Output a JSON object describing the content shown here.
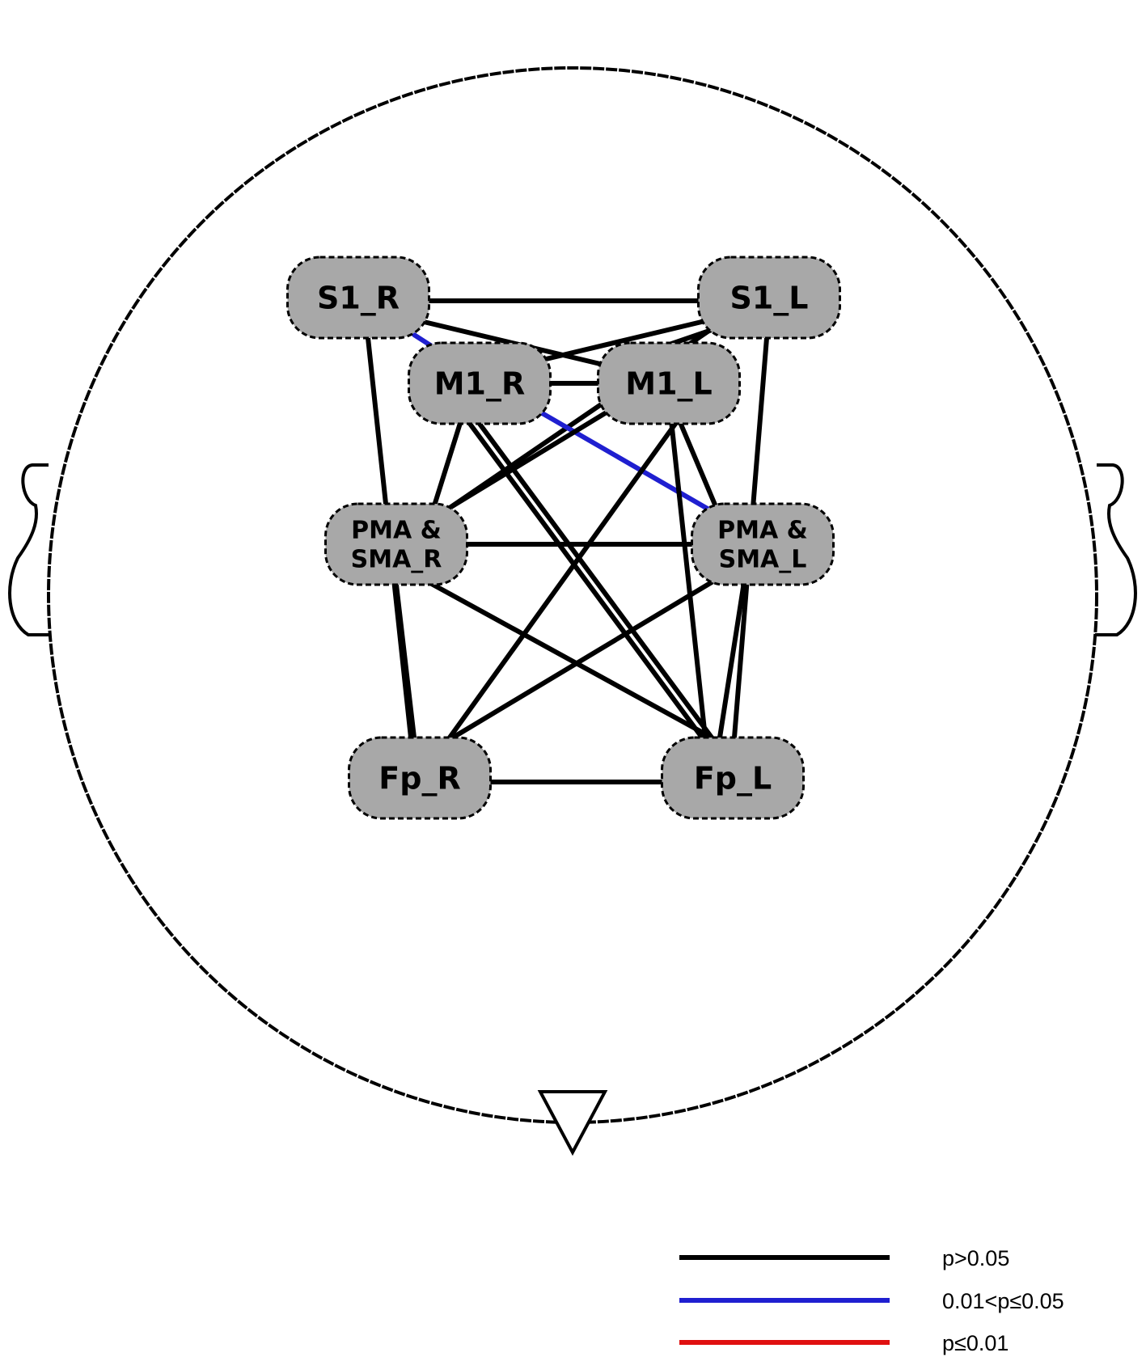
{
  "nodes": [
    {
      "id": "S1_R",
      "lines": [
        "S1_R"
      ]
    },
    {
      "id": "S1_L",
      "lines": [
        "S1_L"
      ]
    },
    {
      "id": "M1_R",
      "lines": [
        "M1_R"
      ]
    },
    {
      "id": "M1_L",
      "lines": [
        "M1_L"
      ]
    },
    {
      "id": "PMA_R",
      "lines": [
        "PMA &",
        "SMA_R"
      ]
    },
    {
      "id": "PMA_L",
      "lines": [
        "PMA &",
        "SMA_L"
      ]
    },
    {
      "id": "Fp_R",
      "lines": [
        "Fp_R"
      ]
    },
    {
      "id": "Fp_L",
      "lines": [
        "Fp_L"
      ]
    }
  ],
  "edges": [
    {
      "from": "S1_R",
      "to": "S1_L",
      "significance": "p>0.05"
    },
    {
      "from": "S1_R",
      "to": "M1_R",
      "significance": "0.01<p≤0.05"
    },
    {
      "from": "S1_R",
      "to": "M1_L",
      "significance": "p>0.05"
    },
    {
      "from": "S1_L",
      "to": "M1_R",
      "significance": "p>0.05"
    },
    {
      "from": "S1_L",
      "to": "M1_L",
      "significance": "p>0.05"
    },
    {
      "from": "M1_R",
      "to": "M1_L",
      "significance": "p>0.05"
    },
    {
      "from": "S1_R",
      "to": "Fp_R",
      "significance": "p>0.05"
    },
    {
      "from": "S1_L",
      "to": "Fp_L",
      "significance": "p>0.05"
    },
    {
      "from": "S1_L",
      "to": "PMA_R",
      "significance": "p>0.05"
    },
    {
      "from": "M1_R",
      "to": "PMA_L",
      "significance": "0.01<p≤0.05"
    },
    {
      "from": "M1_R",
      "to": "PMA_R",
      "significance": "p>0.05"
    },
    {
      "from": "M1_L",
      "to": "PMA_R",
      "significance": "p>0.05"
    },
    {
      "from": "M1_L",
      "to": "PMA_L",
      "significance": "p>0.05"
    },
    {
      "from": "M1_R",
      "to": "Fp_R",
      "significance": "p>0.05"
    },
    {
      "from": "M1_R",
      "to": "Fp_L",
      "significance": "p>0.05"
    },
    {
      "from": "M1_L",
      "to": "Fp_R",
      "significance": "p>0.05"
    },
    {
      "from": "M1_L",
      "to": "Fp_L",
      "significance": "p>0.05"
    },
    {
      "from": "PMA_R",
      "to": "PMA_L",
      "significance": "p>0.05"
    },
    {
      "from": "PMA_R",
      "to": "Fp_R",
      "significance": "p>0.05"
    },
    {
      "from": "PMA_R",
      "to": "Fp_L",
      "significance": "p>0.05"
    },
    {
      "from": "PMA_L",
      "to": "Fp_R",
      "significance": "p>0.05"
    },
    {
      "from": "PMA_L",
      "to": "Fp_L",
      "significance": "p>0.05"
    },
    {
      "from": "Fp_R",
      "to": "Fp_L",
      "significance": "p>0.05"
    }
  ],
  "legend": [
    {
      "label": "p>0.05",
      "color": "#000000"
    },
    {
      "label": "0.01<p≤0.05",
      "color": "#1f1fd0"
    },
    {
      "label": "p≤0.01",
      "color": "#e01010"
    }
  ],
  "colors": {
    "node_fill": "#a8a8a8",
    "outline": "#000000"
  }
}
